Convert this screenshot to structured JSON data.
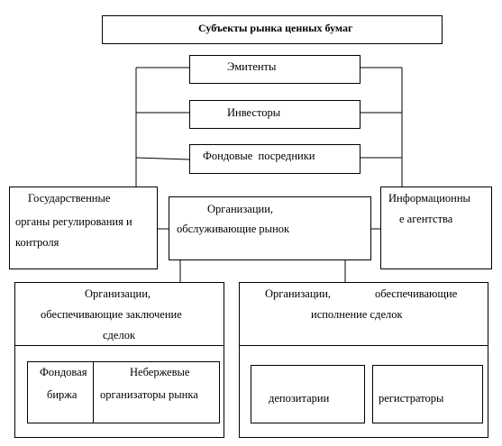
{
  "diagram": {
    "title": "Субъекты рынка ценных бумаг",
    "participants": {
      "issuers": "Эмитенты",
      "investors": "Инвесторы",
      "intermediaries": "Фондовые  посредники"
    },
    "regulators": {
      "line1": "Государственные",
      "line2": "органы регулирования и",
      "line3": "контроля"
    },
    "service_orgs": {
      "line1": "Организации,",
      "line2": "обслуживающие рынок"
    },
    "info_agencies": {
      "line1": "Информационны",
      "line2": "е агентства"
    },
    "deal_conclusion": {
      "line1": "Организации,",
      "line2": "обеспечивающие заключение",
      "line3": "сделок",
      "stock_exchange_line1": "Фондовая",
      "stock_exchange_line2": "биржа",
      "otc_line1": "Небержевые",
      "otc_line2": "организаторы рынка"
    },
    "deal_execution": {
      "line1a": "Организации,",
      "line1b": "обеспечивающие",
      "line2": "исполнение сделок",
      "depositaries": "депозитарии",
      "registrars": "регистраторы"
    }
  }
}
